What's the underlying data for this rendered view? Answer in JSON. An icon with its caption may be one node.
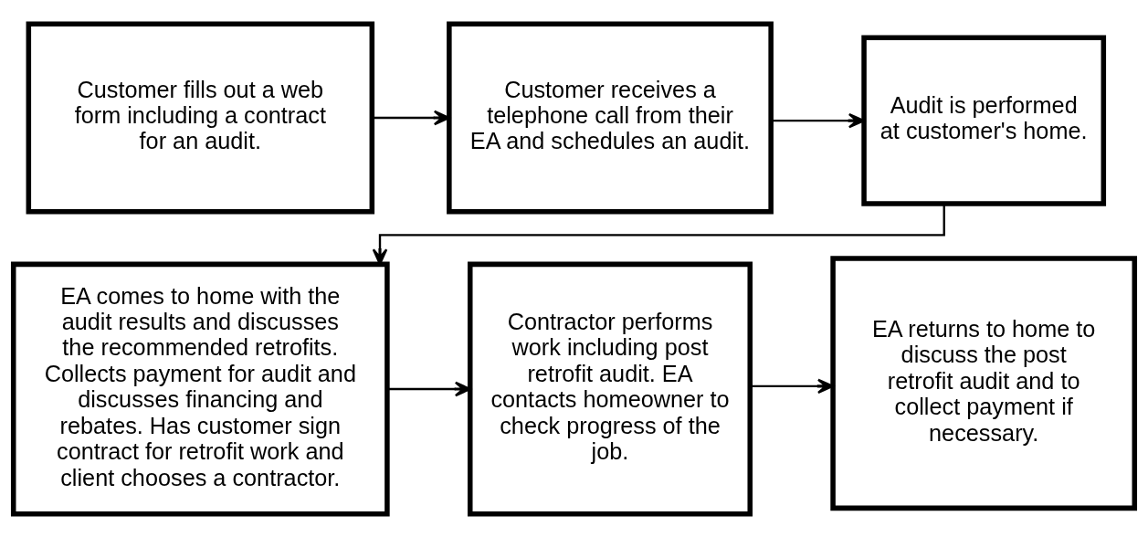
{
  "diagram": {
    "nodes": [
      {
        "text": [
          "Customer fills out a web form including a contract for an audit."
        ]
      },
      {
        "text": [
          "Customer receives a telephone call from their EA and schedules an audit."
        ]
      },
      {
        "text": [
          "Audit is performed at customer's home."
        ]
      },
      {
        "text": [
          "EA comes to home with the audit results and discusses the recommended retrofits. Collects payment for audit and discusses financing and rebates. Has customer sign contract for retrofit work and client chooses a contractor."
        ]
      },
      {
        "text": [
          "Contractor performs work including post retrofit audit. EA contacts homeowner to check progress of the job."
        ]
      },
      {
        "text": [
          "EA returns to home to discuss the post retrofit audit and to collect payment if necessary."
        ]
      }
    ],
    "edges": [
      {
        "from": 0,
        "to": 1,
        "arrow": "to"
      },
      {
        "from": 1,
        "to": 2,
        "arrow": "to"
      },
      {
        "from": 2,
        "to": 3,
        "arrow": "to"
      },
      {
        "from": 3,
        "to": 4,
        "arrow": "to"
      },
      {
        "from": 4,
        "to": 5,
        "arrow": "to"
      }
    ]
  }
}
